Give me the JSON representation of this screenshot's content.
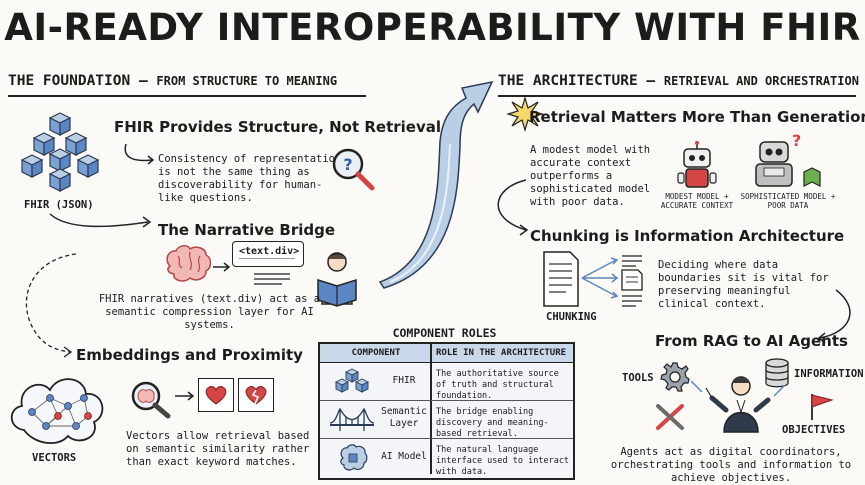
{
  "title": "AI-READY INTEROPERABILITY WITH FHIR",
  "left_section": {
    "heading": "THE FOUNDATION",
    "dash": "—",
    "subheading": "FROM STRUCTURE TO MEANING"
  },
  "right_section": {
    "heading": "THE ARCHITECTURE",
    "dash": "—",
    "subheading": "RETRIEVAL AND ORCHESTRATION"
  },
  "fhir_structure": {
    "label": "FHIR (JSON)",
    "heading": "FHIR Provides Structure, Not Retrieval",
    "text": "Consistency of representation is not the same thing as discoverability for human-like questions."
  },
  "narrative_bridge": {
    "heading": "The Narrative Bridge",
    "bubble": "<text.div>",
    "text": "FHIR narratives (text.div) act as a semantic compression layer for AI systems."
  },
  "embeddings": {
    "heading": "Embeddings and Proximity",
    "label": "VECTORS",
    "text": "Vectors allow retrieval based on semantic similarity rather than exact keyword matches."
  },
  "component_roles": {
    "title": "COMPONENT ROLES",
    "headers": [
      "COMPONENT",
      "ROLE IN THE ARCHITECTURE"
    ],
    "rows": [
      {
        "component": "FHIR",
        "role": "The authoritative source of truth and structural foundation.",
        "icon": "cubes-icon"
      },
      {
        "component": "Semantic Layer",
        "role": "The bridge enabling discovery and meaning-based retrieval.",
        "icon": "bridge-icon"
      },
      {
        "component": "AI Model",
        "role": "The natural language interface used to interact with data.",
        "icon": "brain-chip-icon"
      }
    ]
  },
  "retrieval": {
    "heading": "Retrieval Matters More Than Generation",
    "text": "A modest model with accurate context outperforms a sophisticated model with poor data.",
    "robot1_label": "MODEST MODEL + ACCURATE CONTEXT",
    "robot2_label": "SOPHISTICATED MODEL + POOR DATA"
  },
  "chunking": {
    "heading": "Chunking is Information Architecture",
    "label": "CHUNKING",
    "text": "Deciding where data boundaries sit is vital for preserving meaningful clinical context."
  },
  "agents": {
    "heading": "From RAG to AI Agents",
    "tools_label": "TOOLS",
    "information_label": "INFORMATION",
    "objectives_label": "OBJECTIVES",
    "text": "Agents act as digital coordinators, orchestrating tools and information to achieve objectives."
  },
  "colors": {
    "accent_blue": "#5b86c4",
    "light_blue": "#b9cfe6",
    "red": "#d64545",
    "pink": "#f2b8b5"
  }
}
